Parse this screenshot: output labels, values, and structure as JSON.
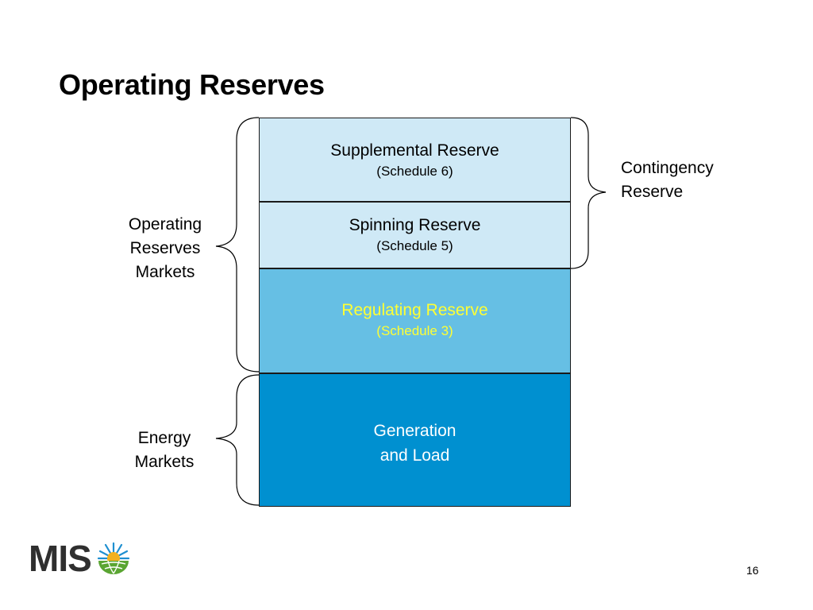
{
  "slide": {
    "title": "Operating Reserves",
    "page_number": "16"
  },
  "stack": {
    "supplemental": {
      "line1": "Supplemental Reserve",
      "line2": "(Schedule 6)"
    },
    "spinning": {
      "line1": "Spinning Reserve",
      "line2": "(Schedule 5)"
    },
    "regulating": {
      "line1": "Regulating Reserve",
      "line2": "(Schedule 3)"
    },
    "generation": {
      "line1": "Generation",
      "line2": "and Load"
    }
  },
  "labels": {
    "operating_reserves_markets": [
      "Operating",
      "Reserves",
      "Markets"
    ],
    "energy_markets": [
      "Energy",
      "Markets"
    ],
    "contingency_reserve": [
      "Contingency",
      "Reserve"
    ]
  },
  "logo": {
    "text": "MIS",
    "icon": "sun-globe-icon"
  },
  "colors": {
    "light_blue": "#cfe9f6",
    "mid_blue": "#66bfe4",
    "dark_blue": "#0090d0",
    "regulating_text": "#ffff33"
  }
}
